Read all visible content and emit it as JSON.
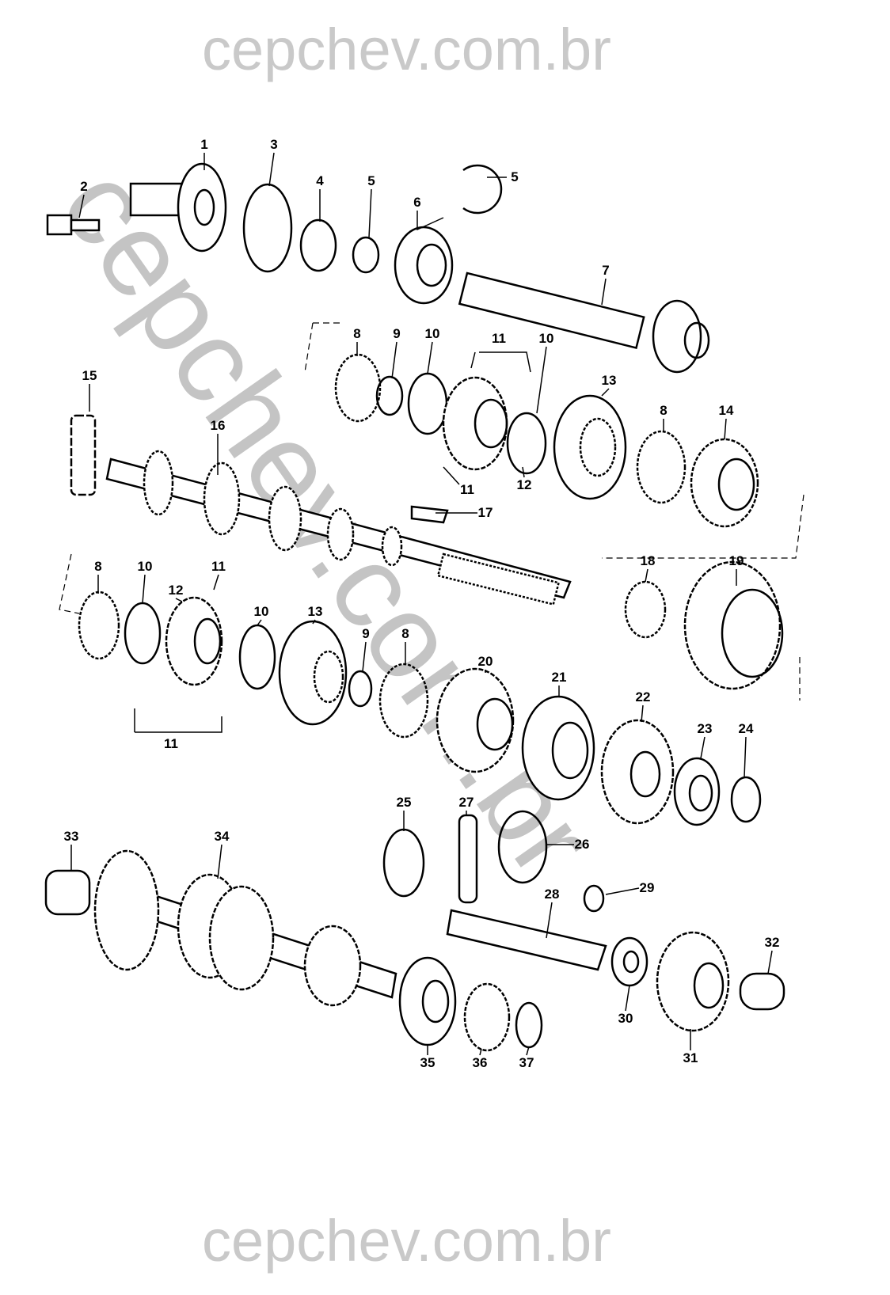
{
  "watermark": {
    "top": "cepchev.com.br",
    "bottom": "cepchev.com.br",
    "diagonal": "cepchev.com.br"
  },
  "labels": [
    "1",
    "2",
    "3",
    "4",
    "5",
    "5",
    "6",
    "7",
    "8",
    "9",
    "10",
    "11",
    "10",
    "13",
    "8",
    "14",
    "15",
    "16",
    "11",
    "12",
    "17",
    "8",
    "10",
    "11",
    "12",
    "18",
    "19",
    "10",
    "13",
    "9",
    "8",
    "20",
    "21",
    "22",
    "23",
    "24",
    "11",
    "25",
    "27",
    "26",
    "33",
    "34",
    "28",
    "29",
    "32",
    "30",
    "31",
    "35",
    "36",
    "37"
  ]
}
